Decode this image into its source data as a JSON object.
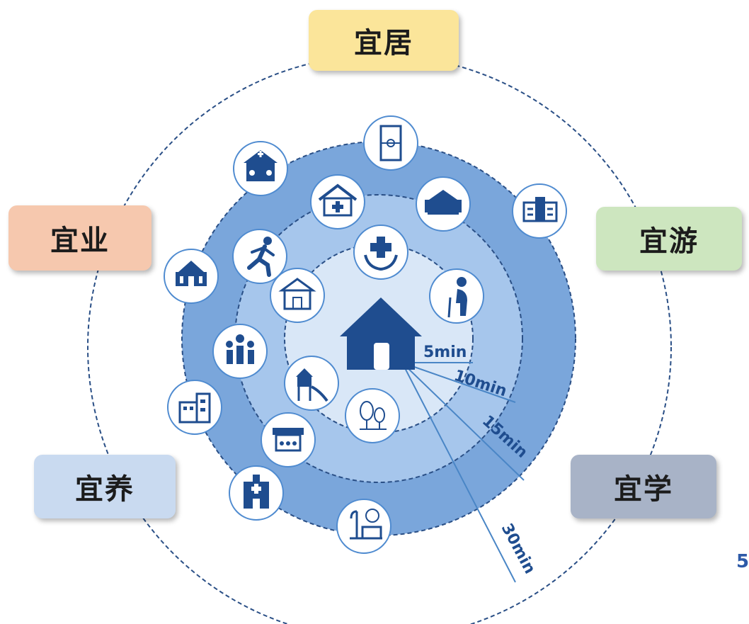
{
  "labels": {
    "top": "宜居",
    "left": "宜业",
    "right": "宜游",
    "bottom_left": "宜养",
    "bottom_right": "宜学"
  },
  "distances": {
    "r5": "5min",
    "r10": "10min",
    "r15": "15min",
    "r30": "30min"
  },
  "edge_text": "5",
  "colors": {
    "top": "#fbe59a",
    "left": "#f6c8ae",
    "right": "#cde6bf",
    "bottom_left": "#c9daf0",
    "bottom_right": "#a8b3c7",
    "ring_outer": "#7aa6db",
    "ring_mid": "#a6c6ec",
    "ring_inner": "#d9e7f7",
    "icon_dark": "#1f4d8f"
  },
  "icons": [
    "football-field-icon",
    "clinic-house-icon",
    "pharmacy-icon",
    "elderly-home-icon",
    "office-building-icon",
    "community-center-icon",
    "runner-icon",
    "school-icon",
    "medical-care-icon",
    "elderly-person-icon",
    "government-building-icon",
    "family-activity-icon",
    "playground-slide-icon",
    "trees-park-icon",
    "apartment-block-icon",
    "market-stall-icon",
    "hospital-icon",
    "utility-station-icon",
    "home-icon"
  ]
}
